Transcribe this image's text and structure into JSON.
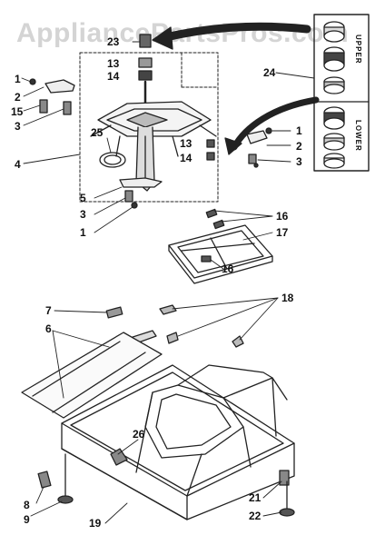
{
  "watermark": "AppliancePartsPros.com",
  "inset": {
    "upper_label": "UPPER",
    "lower_label": "LOWER"
  },
  "callouts": {
    "c1a": "1",
    "c2a": "2",
    "c15": "15",
    "c3a": "3",
    "c4": "4",
    "c23": "23",
    "c13a": "13",
    "c14a": "14",
    "c25": "25",
    "c24": "24",
    "c1b": "1",
    "c2b": "2",
    "c3b": "3",
    "c13b": "13",
    "c14b": "14",
    "c5": "5",
    "c3c": "3",
    "c1c": "1",
    "c16a": "16",
    "c17": "17",
    "c16b": "16",
    "c18": "18",
    "c7": "7",
    "c6": "6",
    "c26": "26",
    "c8": "8",
    "c9": "9",
    "c19": "19",
    "c21": "21",
    "c22": "22"
  }
}
